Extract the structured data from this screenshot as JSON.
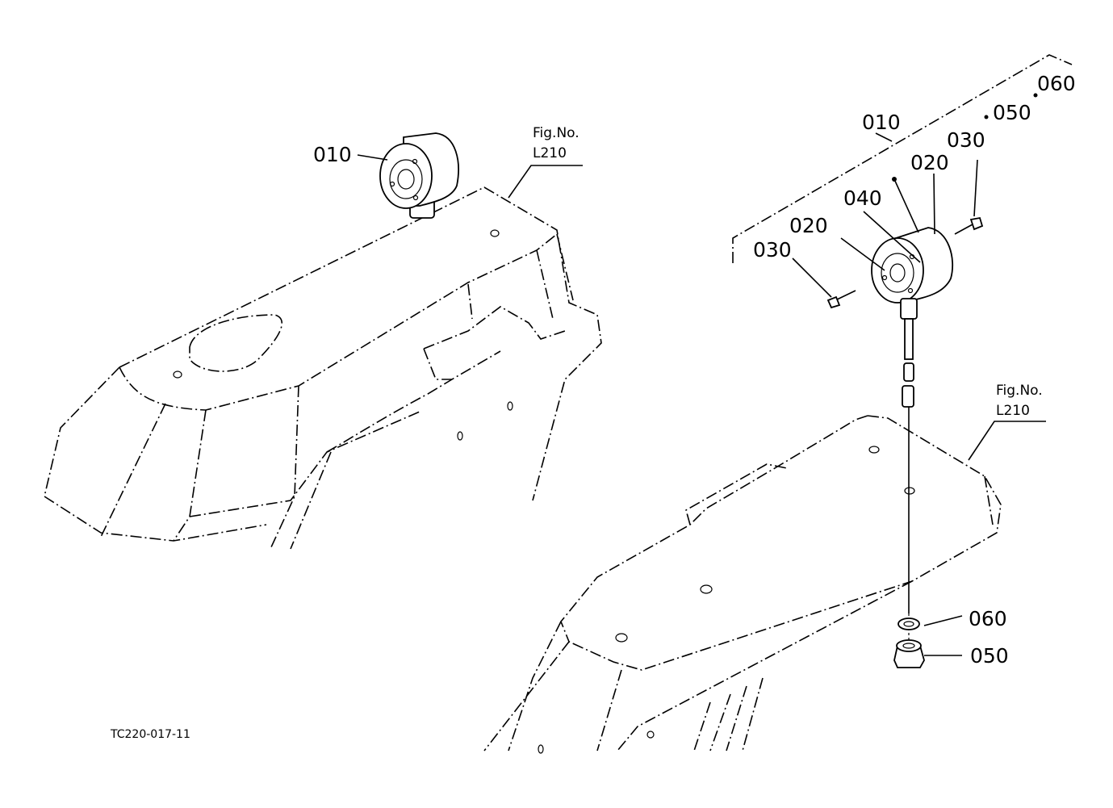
{
  "left_view": {
    "part_label": "010",
    "fig_ref_line1": "Fig.No.",
    "fig_ref_line2": "L210"
  },
  "right_view": {
    "assembly_label": "010",
    "assembly_parts": [
      "030",
      "050",
      "060"
    ],
    "callouts": {
      "p020_top": "020",
      "p040": "040",
      "p020_left": "020",
      "p030_left": "030",
      "p060": "060",
      "p050": "050"
    },
    "fig_ref_line1": "Fig.No.",
    "fig_ref_line2": "L210"
  },
  "drawing_code": "TC220-017-11"
}
